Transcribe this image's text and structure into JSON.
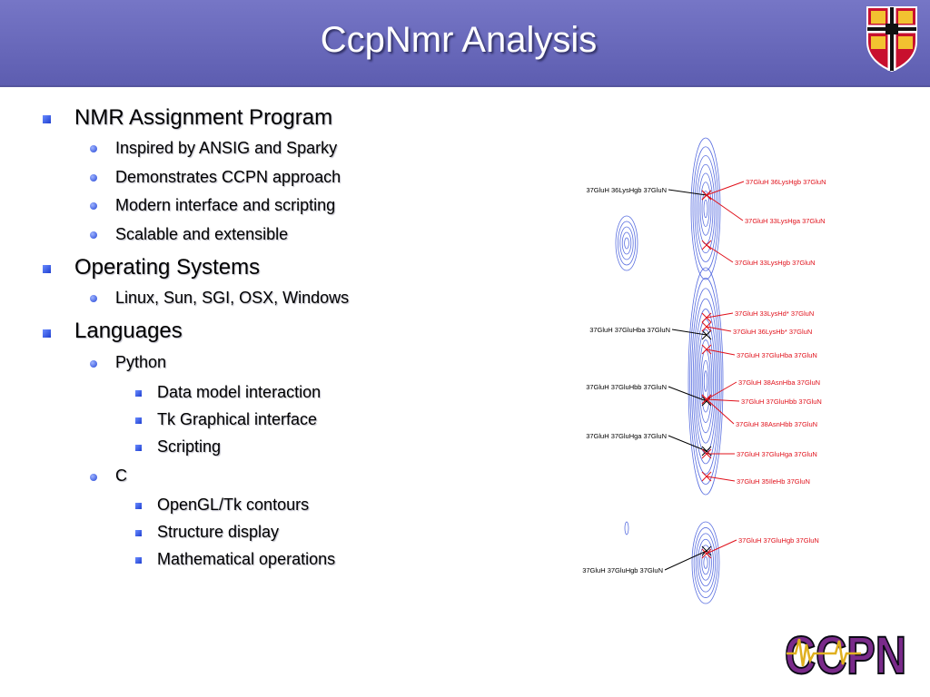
{
  "slide": {
    "title": "CcpNmr Analysis",
    "bullets": [
      {
        "level": 1,
        "text": "NMR Assignment Program"
      },
      {
        "level": 2,
        "text": "Inspired by ANSIG and Sparky"
      },
      {
        "level": 2,
        "text": "Demonstrates CCPN approach"
      },
      {
        "level": 2,
        "text": "Modern interface and scripting"
      },
      {
        "level": 2,
        "text": "Scalable and extensible"
      },
      {
        "level": 1,
        "text": "Operating Systems"
      },
      {
        "level": 2,
        "text": "Linux, Sun, SGI, OSX, Windows"
      },
      {
        "level": 1,
        "text": "Languages"
      },
      {
        "level": 2,
        "text": "Python"
      },
      {
        "level": 3,
        "text": "Data model interaction"
      },
      {
        "level": 3,
        "text": "Tk Graphical interface"
      },
      {
        "level": 3,
        "text": "Scripting"
      },
      {
        "level": 2,
        "text": "C"
      },
      {
        "level": 3,
        "text": "OpenGL/Tk contours"
      },
      {
        "level": 3,
        "text": "Structure display"
      },
      {
        "level": 3,
        "text": "Mathematical operations"
      }
    ]
  },
  "spectrum": {
    "left_labels": [
      "37GluH 36LysHgb 37GluN",
      "37GluH 37GluHba 37GluN",
      "37GluH 37GluHbb 37GluN",
      "37GluH 37GluHga 37GluN",
      "37GluH 37GluHgb 37GluN"
    ],
    "right_labels": [
      "37GluH 36LysHgb 37GluN",
      "37GluH 33LysHga 37GluN",
      "37GluH 33LysHgb 37GluN",
      "37GluH 33LysHd* 37GluN",
      "37GluH 36LysHb* 37GluN",
      "37GluH 37GluHba 37GluN",
      "37GluH 38AsnHba 37GluN",
      "37GluH 37GluHbb 37GluN",
      "37GluH 38AsnHbb 37GluN",
      "37GluH 37GluHga 37GluN",
      "37GluH 35IleHb 37GluN",
      "37GluH 37GluHgb 37GluN"
    ],
    "colors": {
      "contour": "#5a6fe0",
      "right_label": "#e0101a",
      "left_label": "#000000"
    }
  },
  "logo": {
    "text": "CCPN",
    "colors": {
      "fill": "#0a0a14",
      "accent": "#7a2a8a",
      "wave": "#e0b020"
    }
  }
}
